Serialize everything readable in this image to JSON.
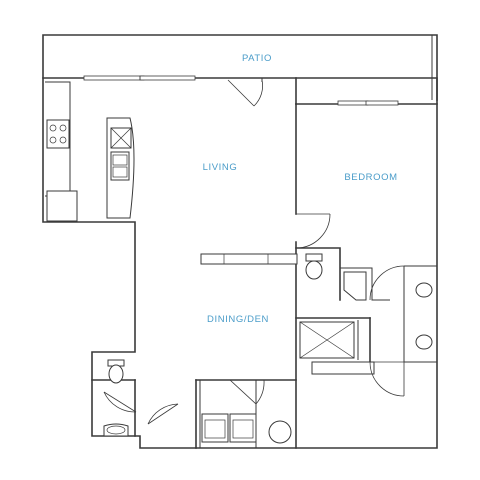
{
  "rooms": {
    "patio": "PATIO",
    "living": "LIVING",
    "bedroom": "BEDROOM",
    "dining_den": "DINING/DEN"
  },
  "colors": {
    "label": "#4a9cc9",
    "wall": "#3a3a3a",
    "background": "#ffffff"
  },
  "icons": [
    "cooktop-icon",
    "sink-icon",
    "toilet-icon",
    "washer-icon",
    "dryer-icon",
    "water-heater-icon",
    "shower-icon",
    "vanity-sink-icon"
  ]
}
